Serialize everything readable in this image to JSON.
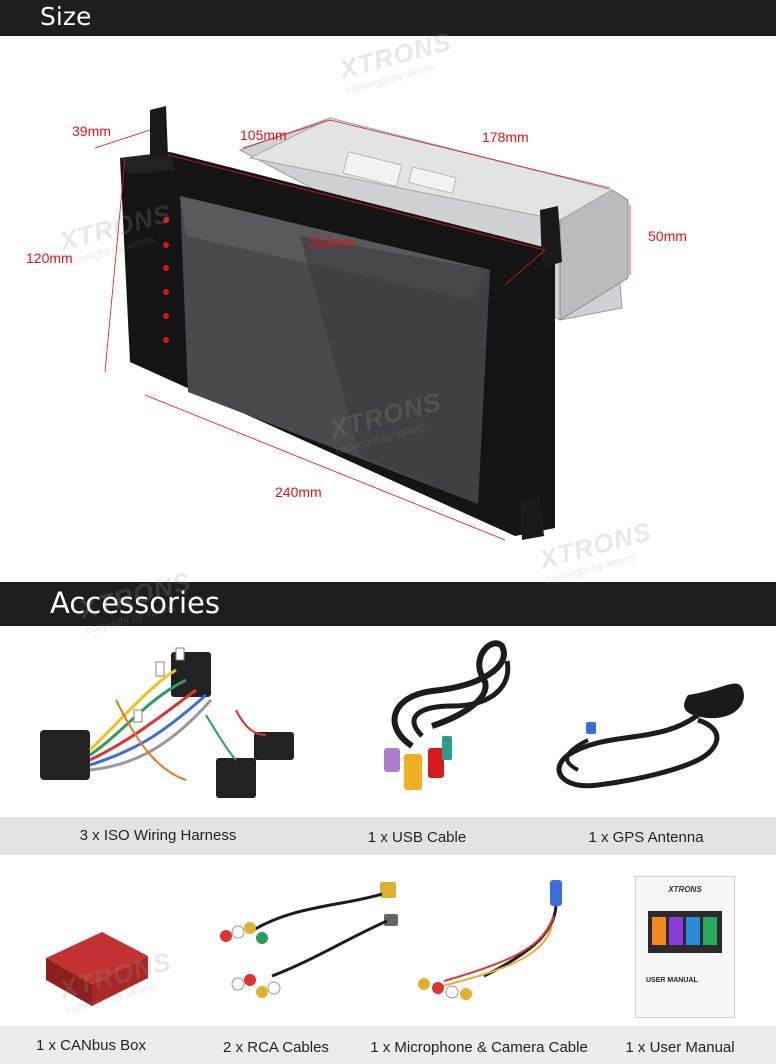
{
  "size_section": {
    "title": "Size",
    "dimensions": {
      "depth_top": "39mm",
      "width_back": "105mm",
      "length_side": "178mm",
      "height_left": "120mm",
      "screen": "200mm",
      "height_back": "50mm",
      "width_front": "240mm"
    }
  },
  "accessories_section": {
    "title": "Accessories",
    "items": [
      {
        "label": "3 x ISO Wiring Harness",
        "icon": "wiring-harness-icon"
      },
      {
        "label": "1 x USB Cable",
        "icon": "usb-cable-icon"
      },
      {
        "label": "1 x GPS Antenna",
        "icon": "gps-antenna-icon"
      },
      {
        "label": "1 x CANbus Box",
        "icon": "canbus-box-icon"
      },
      {
        "label": "2 x RCA Cables",
        "icon": "rca-cables-icon"
      },
      {
        "label": "1 x Microphone & Camera Cable",
        "icon": "microphone-camera-cable-icon"
      },
      {
        "label": "1 x User Manual",
        "icon": "user-manual-icon"
      }
    ],
    "manual": {
      "brand": "XTRONS",
      "caption": "USER MANUAL"
    }
  },
  "watermark": {
    "brand": "XTRONS",
    "text": "copyright by xtrons"
  },
  "colors": {
    "header_bg": "#1e1e1e",
    "dimension_text": "#e0151b",
    "label_strip": "#e3e3e3"
  }
}
